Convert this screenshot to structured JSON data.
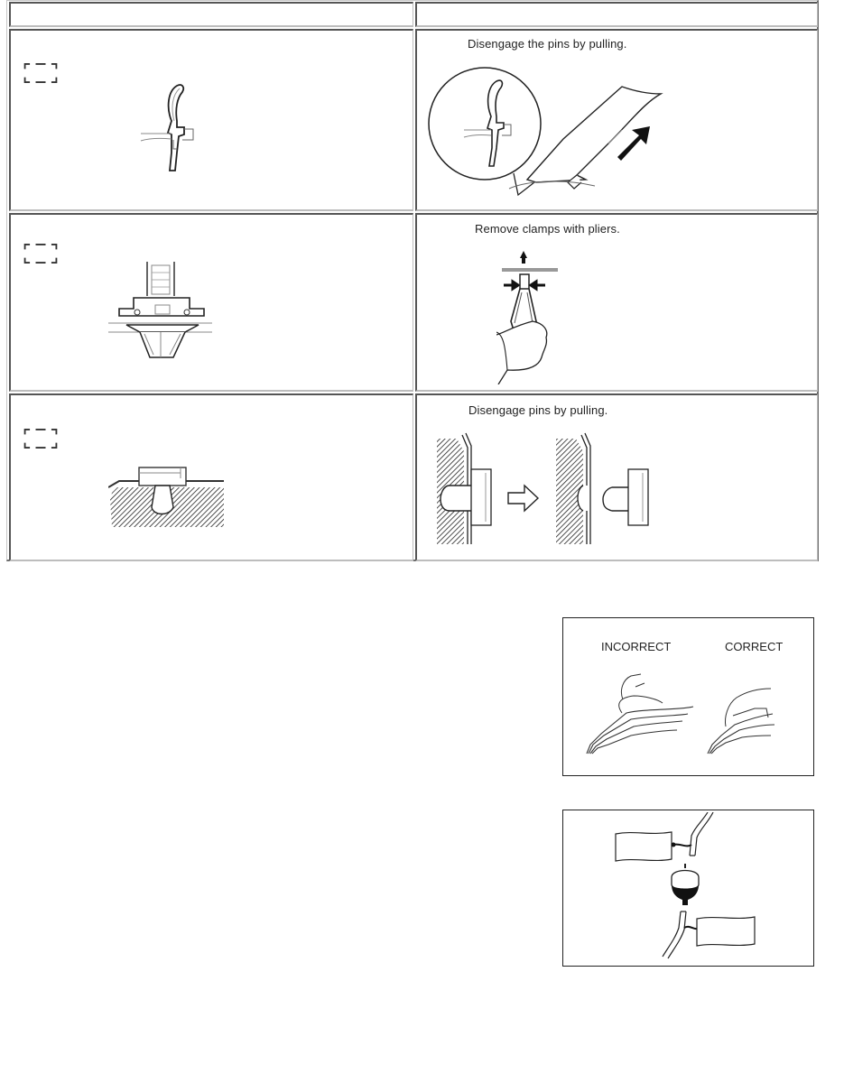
{
  "table": {
    "header": [
      "",
      ""
    ],
    "rows": [
      {
        "left": {
          "placeholder_icon": "dashed-rectangle-icon",
          "illustration": "trim-clip-cross-section"
        },
        "right": {
          "caption": "Disengage the pins by pulling.",
          "illustration": "pillar-trim-pull-detail"
        }
      },
      {
        "left": {
          "placeholder_icon": "dashed-rectangle-icon",
          "illustration": "push-clip-cross-section"
        },
        "right": {
          "caption": "Remove clamps with pliers.",
          "illustration": "pliers-removing-clamp"
        }
      },
      {
        "left": {
          "placeholder_icon": "dashed-rectangle-icon",
          "illustration": "pin-clip-in-hatched-panel"
        },
        "right": {
          "caption": "Disengage pins by pulling.",
          "illustration": "pin-disengage-before-after"
        }
      }
    ]
  },
  "figures": [
    {
      "illustration": "wire-harness-handling",
      "labels": {
        "incorrect": "INCORRECT",
        "correct": "CORRECT"
      }
    },
    {
      "illustration": "tagged-hoses-with-component"
    }
  ]
}
